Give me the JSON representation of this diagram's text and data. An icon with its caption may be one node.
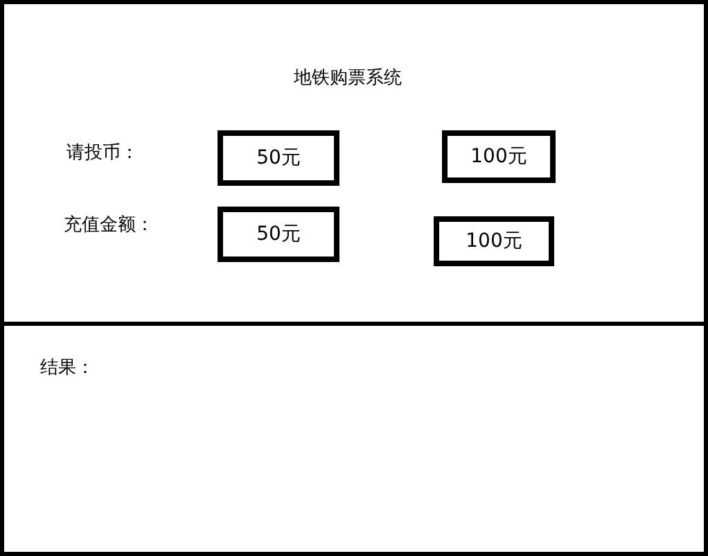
{
  "diagram": {
    "title": "地铁购票系统",
    "nodes": [
      {
        "text": [
          "50元"
        ]
      },
      {
        "text": [
          "100元"
        ]
      },
      {
        "text": [
          "50元"
        ]
      },
      {
        "text": [
          "100元"
        ]
      }
    ],
    "labels": [
      "请投币：",
      "充值金额：",
      "结果："
    ]
  }
}
